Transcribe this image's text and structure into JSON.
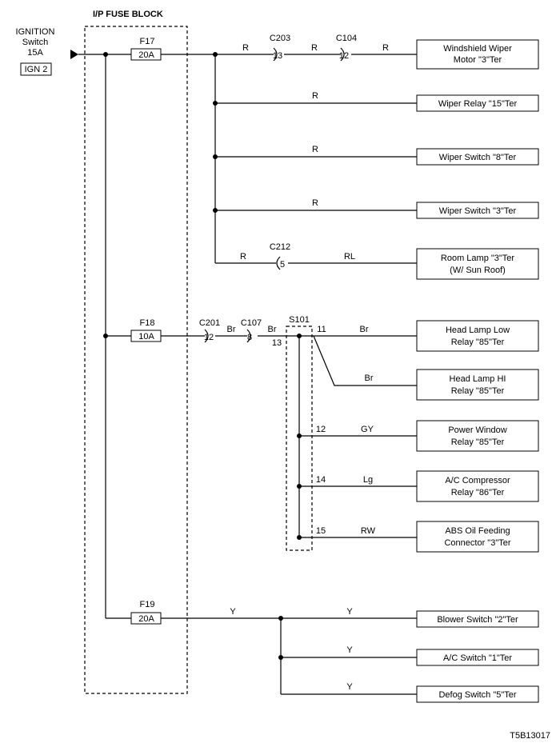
{
  "header": {
    "fuse_block_title": "I/P FUSE BLOCK",
    "source_line1": "IGNITION",
    "source_line2": "Switch",
    "source_line3": "15A",
    "source_tag": "IGN 2"
  },
  "fuses": [
    {
      "name": "F17",
      "rating": "20A"
    },
    {
      "name": "F18",
      "rating": "10A"
    },
    {
      "name": "F19",
      "rating": "20A"
    }
  ],
  "connectors": {
    "c203": {
      "name": "C203",
      "pin": "13"
    },
    "c104": {
      "name": "C104",
      "pin": "12"
    },
    "c212": {
      "name": "C212",
      "pin": "5"
    },
    "c201": {
      "name": "C201",
      "pin": "12"
    },
    "c107": {
      "name": "C107",
      "pin": "8"
    }
  },
  "splice": {
    "name": "S101",
    "in_pin": "13",
    "pins": [
      "11",
      "12",
      "14",
      "15"
    ]
  },
  "wires": {
    "r": "R",
    "rl": "RL",
    "br": "Br",
    "gy": "GY",
    "lg": "Lg",
    "rw": "RW",
    "y": "Y"
  },
  "loads": [
    {
      "line1": "Windshield Wiper",
      "line2": "Motor \"3\"Ter"
    },
    {
      "line1": "Wiper Relay \"15\"Ter",
      "line2": ""
    },
    {
      "line1": "Wiper Switch \"8\"Ter",
      "line2": ""
    },
    {
      "line1": "Wiper Switch \"3\"Ter",
      "line2": ""
    },
    {
      "line1": "Room Lamp \"3\"Ter",
      "line2": "(W/ Sun Roof)"
    },
    {
      "line1": "Head Lamp Low",
      "line2": "Relay \"85\"Ter"
    },
    {
      "line1": "Head Lamp HI",
      "line2": "Relay \"85\"Ter"
    },
    {
      "line1": "Power Window",
      "line2": "Relay \"85\"Ter"
    },
    {
      "line1": "A/C Compressor",
      "line2": "Relay \"86\"Ter"
    },
    {
      "line1": "ABS Oil Feeding",
      "line2": "Connector \"3\"Ter"
    },
    {
      "line1": "Blower Switch \"2\"Ter",
      "line2": ""
    },
    {
      "line1": "A/C Switch \"1\"Ter",
      "line2": ""
    },
    {
      "line1": "Defog Switch \"5\"Ter",
      "line2": ""
    }
  ],
  "figure_id": "T5B13017"
}
